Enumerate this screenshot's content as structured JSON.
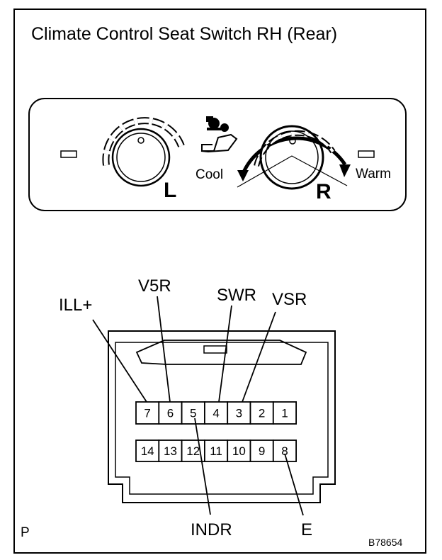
{
  "title": "Climate Control Seat Switch RH (Rear)",
  "panel": {
    "left_knob_label": "L",
    "right_knob_label": "R",
    "cool_label": "Cool",
    "warm_label": "Warm",
    "seat_icon": "seat-heater-icon"
  },
  "connector": {
    "top_row_pins": [
      "7",
      "6",
      "5",
      "4",
      "3",
      "2",
      "1"
    ],
    "bottom_row_pins": [
      "14",
      "13",
      "12",
      "11",
      "10",
      "9",
      "8"
    ]
  },
  "terminals": {
    "ill_plus": "ILL+",
    "v5r": "V5R",
    "swr": "SWR",
    "vsr": "VSR",
    "indr": "INDR",
    "e": "E"
  },
  "corner_letter": "P",
  "figure_code": "B78654"
}
